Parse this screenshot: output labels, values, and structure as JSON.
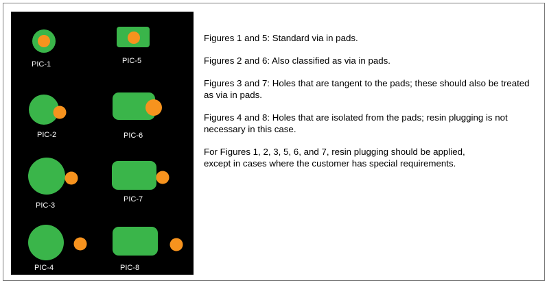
{
  "figures": {
    "pad_color": "#3ab54a",
    "hole_color": "#f7931e",
    "background_color": "#000000",
    "labels": [
      "PIC-1",
      "PIC-2",
      "PIC-3",
      "PIC-4",
      "PIC-5",
      "PIC-6",
      "PIC-7",
      "PIC-8"
    ]
  },
  "description": {
    "p1": "Figures 1 and 5: Standard via in pads.",
    "p2": "Figures 2 and 6: Also classified as via in pads.",
    "p3": "Figures 3 and 7: Holes that are tangent to the pads; these should also be treated as via in pads.",
    "p4": "Figures 4 and 8: Holes that are isolated from the pads; resin plugging is not necessary in this case.",
    "p5a": "For Figures 1, 2, 3, 5, 6, and 7, resin plugging should be applied,",
    "p5b": "except in cases where the customer has special requirements."
  }
}
